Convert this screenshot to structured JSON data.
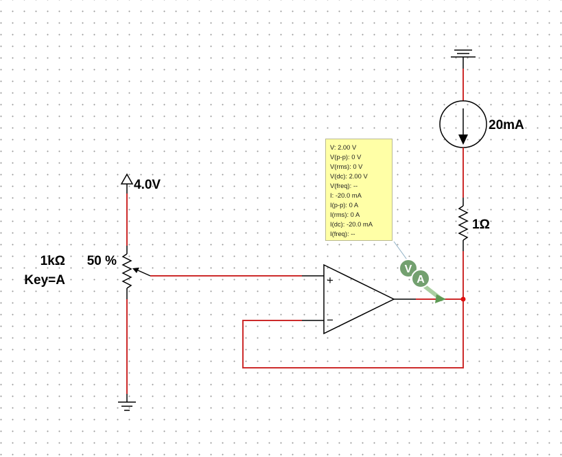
{
  "colors": {
    "wire": "#cc2a2a",
    "component": "#000000",
    "probe": "#6e9a6e",
    "tooltip_bg": "#ffffa6",
    "junction": "#e01010"
  },
  "components": {
    "supply_label": "4.0V",
    "pot_resistance": "1kΩ",
    "pot_setting": "50 %",
    "pot_key": "Key=A",
    "current_source_label": "20mA",
    "resistor_label": "1Ω",
    "opamp_plus": "+",
    "opamp_minus": "−"
  },
  "probe": {
    "icons": [
      "voltmeter-icon",
      "ammeter-icon"
    ],
    "v_letter": "V",
    "a_letter": "A",
    "readings": [
      "V: 2.00 V",
      "V(p-p): 0 V",
      "V(rms): 0 V",
      "V(dc): 2.00 V",
      "V(freq): --",
      "I: -20.0 mA",
      "I(p-p): 0 A",
      "I(rms): 0 A",
      "I(dc): -20.0 mA",
      "I(freq): --"
    ]
  }
}
